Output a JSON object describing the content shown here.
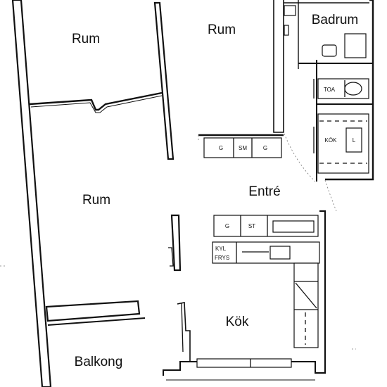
{
  "rooms": {
    "bedroom_1": "Rum",
    "bedroom_2": "Rum",
    "living_room": "Rum",
    "bathroom": "Badrum",
    "hall": "Entré",
    "kitchen": "Kök",
    "balcony": "Balkong"
  },
  "fixtures": {
    "g_1": "G",
    "sm": "SM",
    "g_2": "G",
    "toa": "TOA",
    "kok": "KÖK",
    "l": "L",
    "g_3": "G",
    "st": "ST",
    "kyl": "KYL",
    "frys": "FRYS"
  }
}
